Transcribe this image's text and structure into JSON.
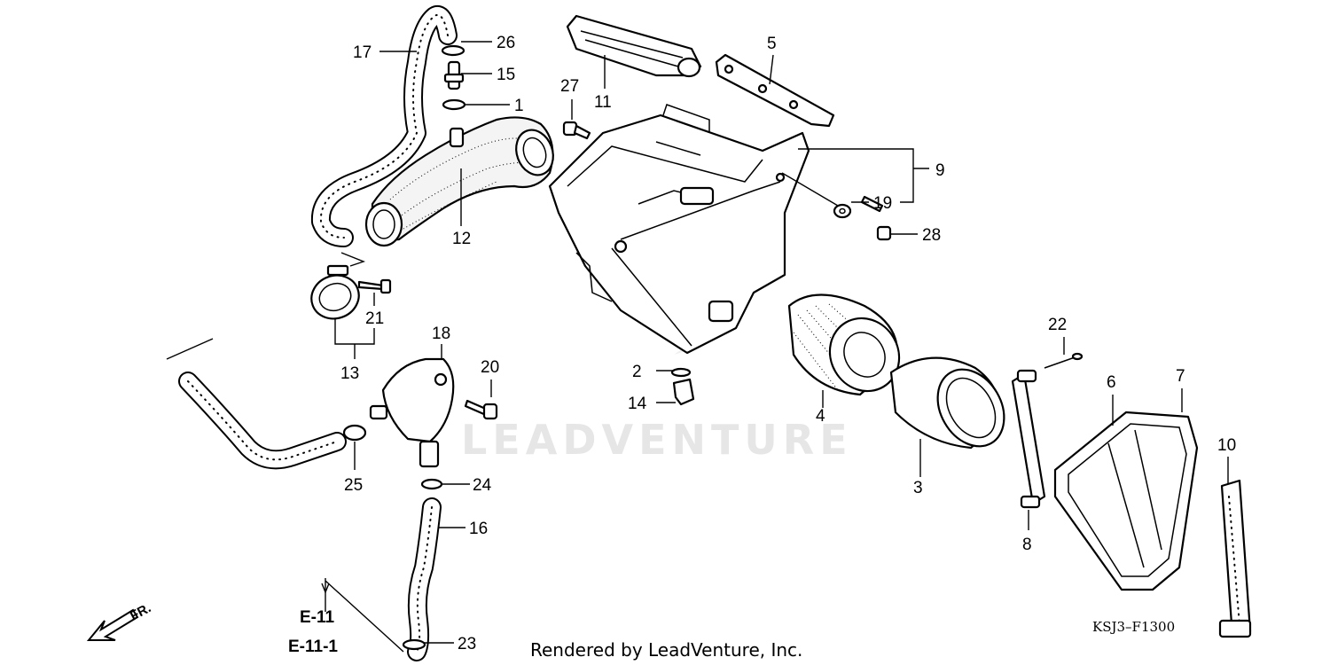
{
  "watermark": "LEADVENTURE",
  "footer": {
    "rendered_by": "Rendered by LeadVenture, Inc.",
    "diagram_code": "KSJ3–F1300"
  },
  "front_indicator": {
    "label": "FR.",
    "icon": "arrow-left-down-icon"
  },
  "references": [
    {
      "label": "E-11"
    },
    {
      "label": "E-11-1"
    }
  ],
  "callouts": [
    {
      "number": "1"
    },
    {
      "number": "2"
    },
    {
      "number": "3"
    },
    {
      "number": "4"
    },
    {
      "number": "5"
    },
    {
      "number": "6"
    },
    {
      "number": "7"
    },
    {
      "number": "8"
    },
    {
      "number": "9"
    },
    {
      "number": "10"
    },
    {
      "number": "11"
    },
    {
      "number": "12"
    },
    {
      "number": "13"
    },
    {
      "number": "14"
    },
    {
      "number": "15"
    },
    {
      "number": "16"
    },
    {
      "number": "17"
    },
    {
      "number": "18"
    },
    {
      "number": "19"
    },
    {
      "number": "20"
    },
    {
      "number": "21"
    },
    {
      "number": "22"
    },
    {
      "number": "23"
    },
    {
      "number": "24"
    },
    {
      "number": "25"
    },
    {
      "number": "26"
    },
    {
      "number": "27"
    },
    {
      "number": "28"
    }
  ]
}
